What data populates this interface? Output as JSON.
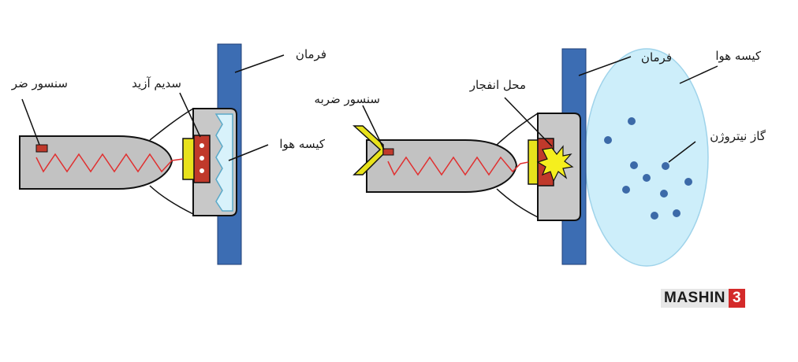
{
  "left_diagram": {
    "label_crash_sensor": "سنسور ضر",
    "label_sodium_azide": "سدیم آزید",
    "label_steering_wheel": "فرمان",
    "label_airbag": "کیسه هوا"
  },
  "right_diagram": {
    "label_crash_sensor": "سنسور ضربه",
    "label_ignition_point": "محل انفجار",
    "label_steering_wheel": "فرمان",
    "label_airbag": "کیسه هوا",
    "label_nitrogen_gas": "گاز نیتروژن"
  },
  "logo": {
    "text": "MASHIN",
    "number": "3"
  },
  "colors": {
    "steering_column": "#3c6db3",
    "housing": "#c2c2c2",
    "wire": "#e03030",
    "sensor": "#c0392b",
    "propellant": "#e8e21c",
    "airbag_fill": "#cdeefa",
    "gas_dot": "#3c6aa8",
    "logo_red": "#d42a2a"
  }
}
